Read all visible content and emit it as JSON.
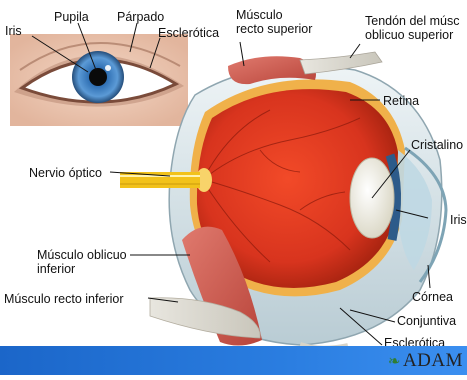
{
  "labels": {
    "iris_top": "Iris",
    "pupila": "Pupila",
    "parpado": "Párpado",
    "esclerotica_top": "Esclerótica",
    "musculo_recto_superior": "Músculo\nrecto superior",
    "tendon_oblicuo_superior": "Tendón del músc\noblicuo superior",
    "retina": "Retina",
    "cristalino": "Cristalino",
    "nervio_optico": "Nervio óptico",
    "iris_right": "Iris",
    "musculo_oblicuo_inferior": "Músculo oblicuo\ninferior",
    "musculo_recto_inferior": "Músculo recto inferior",
    "cornea": "Córnea",
    "conjuntiva": "Conjuntiva",
    "esclerotica_bottom": "Esclerótica"
  },
  "brand": "ADAM",
  "colors": {
    "bottom_bar": "#1b66c9",
    "iris_blue": "#3b7fc4",
    "retina_red": "#d8341e",
    "muscle": "#c9564a",
    "nerve_yellow": "#f2c21b"
  }
}
